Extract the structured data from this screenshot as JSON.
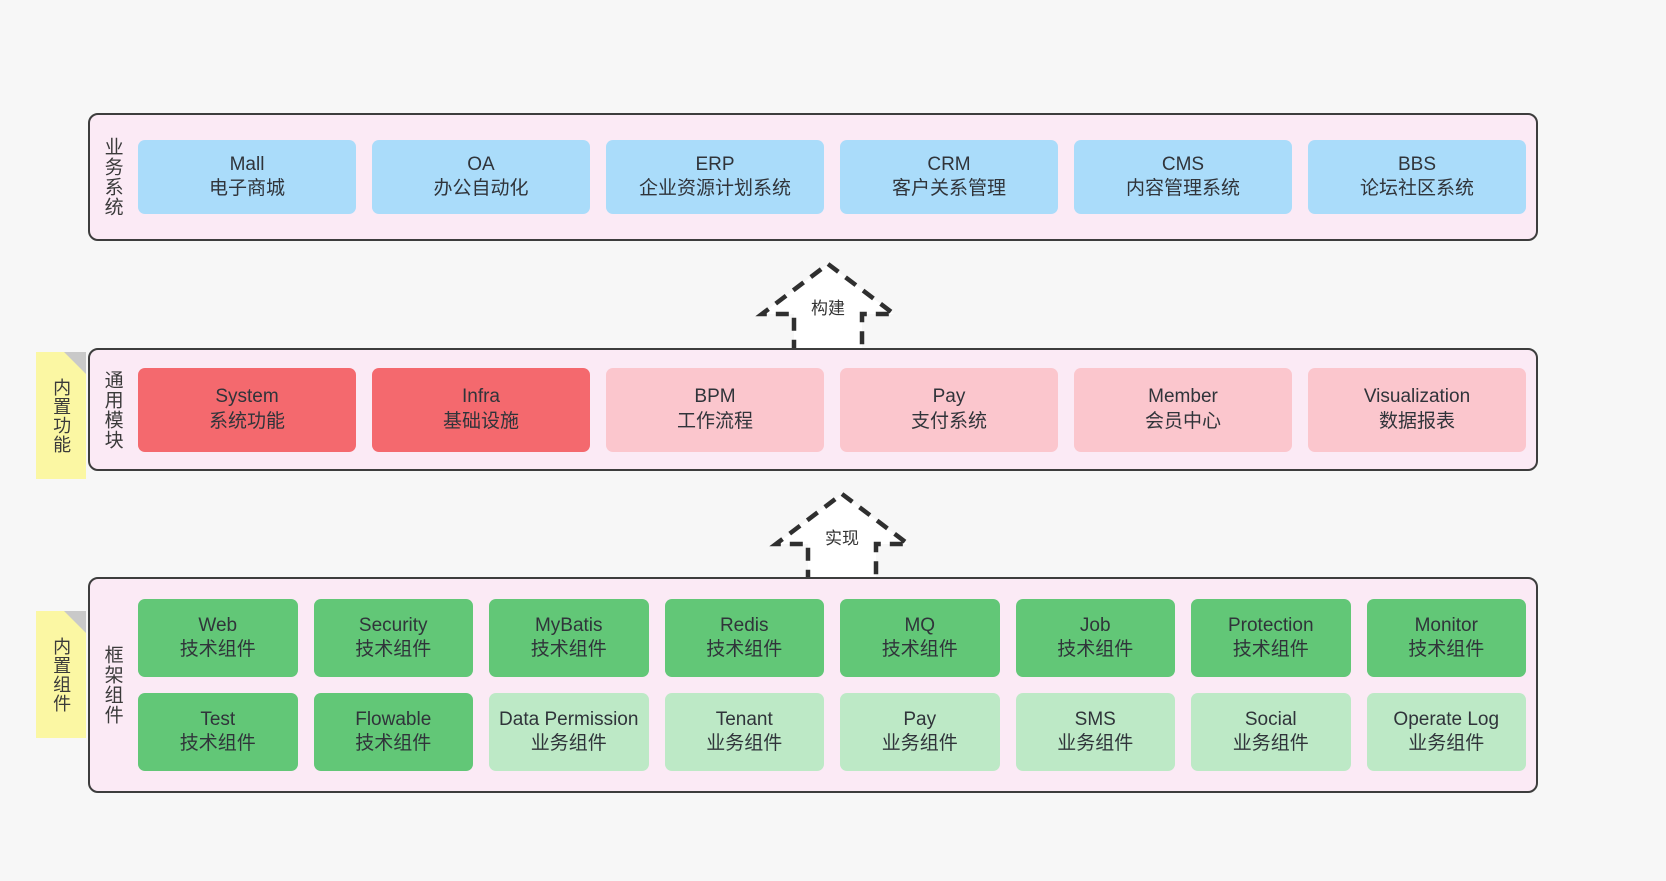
{
  "diagram": {
    "background": "#f7f7f7",
    "palette": {
      "layer_bg": "#fbeaf5",
      "layer_border": "#3d3d3d",
      "business": "#aadcfa",
      "module_core": "#f4696e",
      "module_optional": "#fbc6cd",
      "tech_component": "#62c777",
      "biz_component": "#bde9c6",
      "note": "#fbf7a3",
      "note_fold": "#c9c9c9"
    }
  },
  "layers": [
    {
      "id": "business-system",
      "title": "业务系统",
      "rows": [
        {
          "cards": [
            {
              "en": "Mall",
              "cn": "电子商城",
              "color": "c-blue"
            },
            {
              "en": "OA",
              "cn": "办公自动化",
              "color": "c-blue"
            },
            {
              "en": "ERP",
              "cn": "企业资源计划系统",
              "color": "c-blue"
            },
            {
              "en": "CRM",
              "cn": "客户关系管理",
              "color": "c-blue"
            },
            {
              "en": "CMS",
              "cn": "内容管理系统",
              "color": "c-blue"
            },
            {
              "en": "BBS",
              "cn": "论坛社区系统",
              "color": "c-blue"
            }
          ]
        }
      ]
    },
    {
      "id": "common-module",
      "title": "通用模块",
      "note": "内置功能",
      "rows": [
        {
          "cards": [
            {
              "en": "System",
              "cn": "系统功能",
              "color": "c-red"
            },
            {
              "en": "Infra",
              "cn": "基础设施",
              "color": "c-red"
            },
            {
              "en": "BPM",
              "cn": "工作流程",
              "color": "c-pink"
            },
            {
              "en": "Pay",
              "cn": "支付系统",
              "color": "c-pink"
            },
            {
              "en": "Member",
              "cn": "会员中心",
              "color": "c-pink"
            },
            {
              "en": "Visualization",
              "cn": "数据报表",
              "color": "c-pink"
            }
          ]
        }
      ]
    },
    {
      "id": "framework-component",
      "title": "框架组件",
      "note": "内置组件",
      "rows": [
        {
          "cards": [
            {
              "en": "Web",
              "cn": "技术组件",
              "color": "c-green"
            },
            {
              "en": "Security",
              "cn": "技术组件",
              "color": "c-green"
            },
            {
              "en": "MyBatis",
              "cn": "技术组件",
              "color": "c-green"
            },
            {
              "en": "Redis",
              "cn": "技术组件",
              "color": "c-green"
            },
            {
              "en": "MQ",
              "cn": "技术组件",
              "color": "c-green"
            },
            {
              "en": "Job",
              "cn": "技术组件",
              "color": "c-green"
            },
            {
              "en": "Protection",
              "cn": "技术组件",
              "color": "c-green"
            },
            {
              "en": "Monitor",
              "cn": "技术组件",
              "color": "c-green"
            }
          ]
        },
        {
          "cards": [
            {
              "en": "Test",
              "cn": "技术组件",
              "color": "c-green"
            },
            {
              "en": "Flowable",
              "cn": "技术组件",
              "color": "c-green"
            },
            {
              "en": "Data Permission",
              "cn": "业务组件",
              "color": "c-lgreen"
            },
            {
              "en": "Tenant",
              "cn": "业务组件",
              "color": "c-lgreen"
            },
            {
              "en": "Pay",
              "cn": "业务组件",
              "color": "c-lgreen"
            },
            {
              "en": "SMS",
              "cn": "业务组件",
              "color": "c-lgreen"
            },
            {
              "en": "Social",
              "cn": "业务组件",
              "color": "c-lgreen"
            },
            {
              "en": "Operate Log",
              "cn": "业务组件",
              "color": "c-lgreen"
            }
          ]
        }
      ]
    }
  ],
  "connectors": [
    {
      "id": "build",
      "label": "构建",
      "style": "dashed-hollow-triangle"
    },
    {
      "id": "implement",
      "label": "实现",
      "style": "dashed-hollow-triangle"
    }
  ]
}
